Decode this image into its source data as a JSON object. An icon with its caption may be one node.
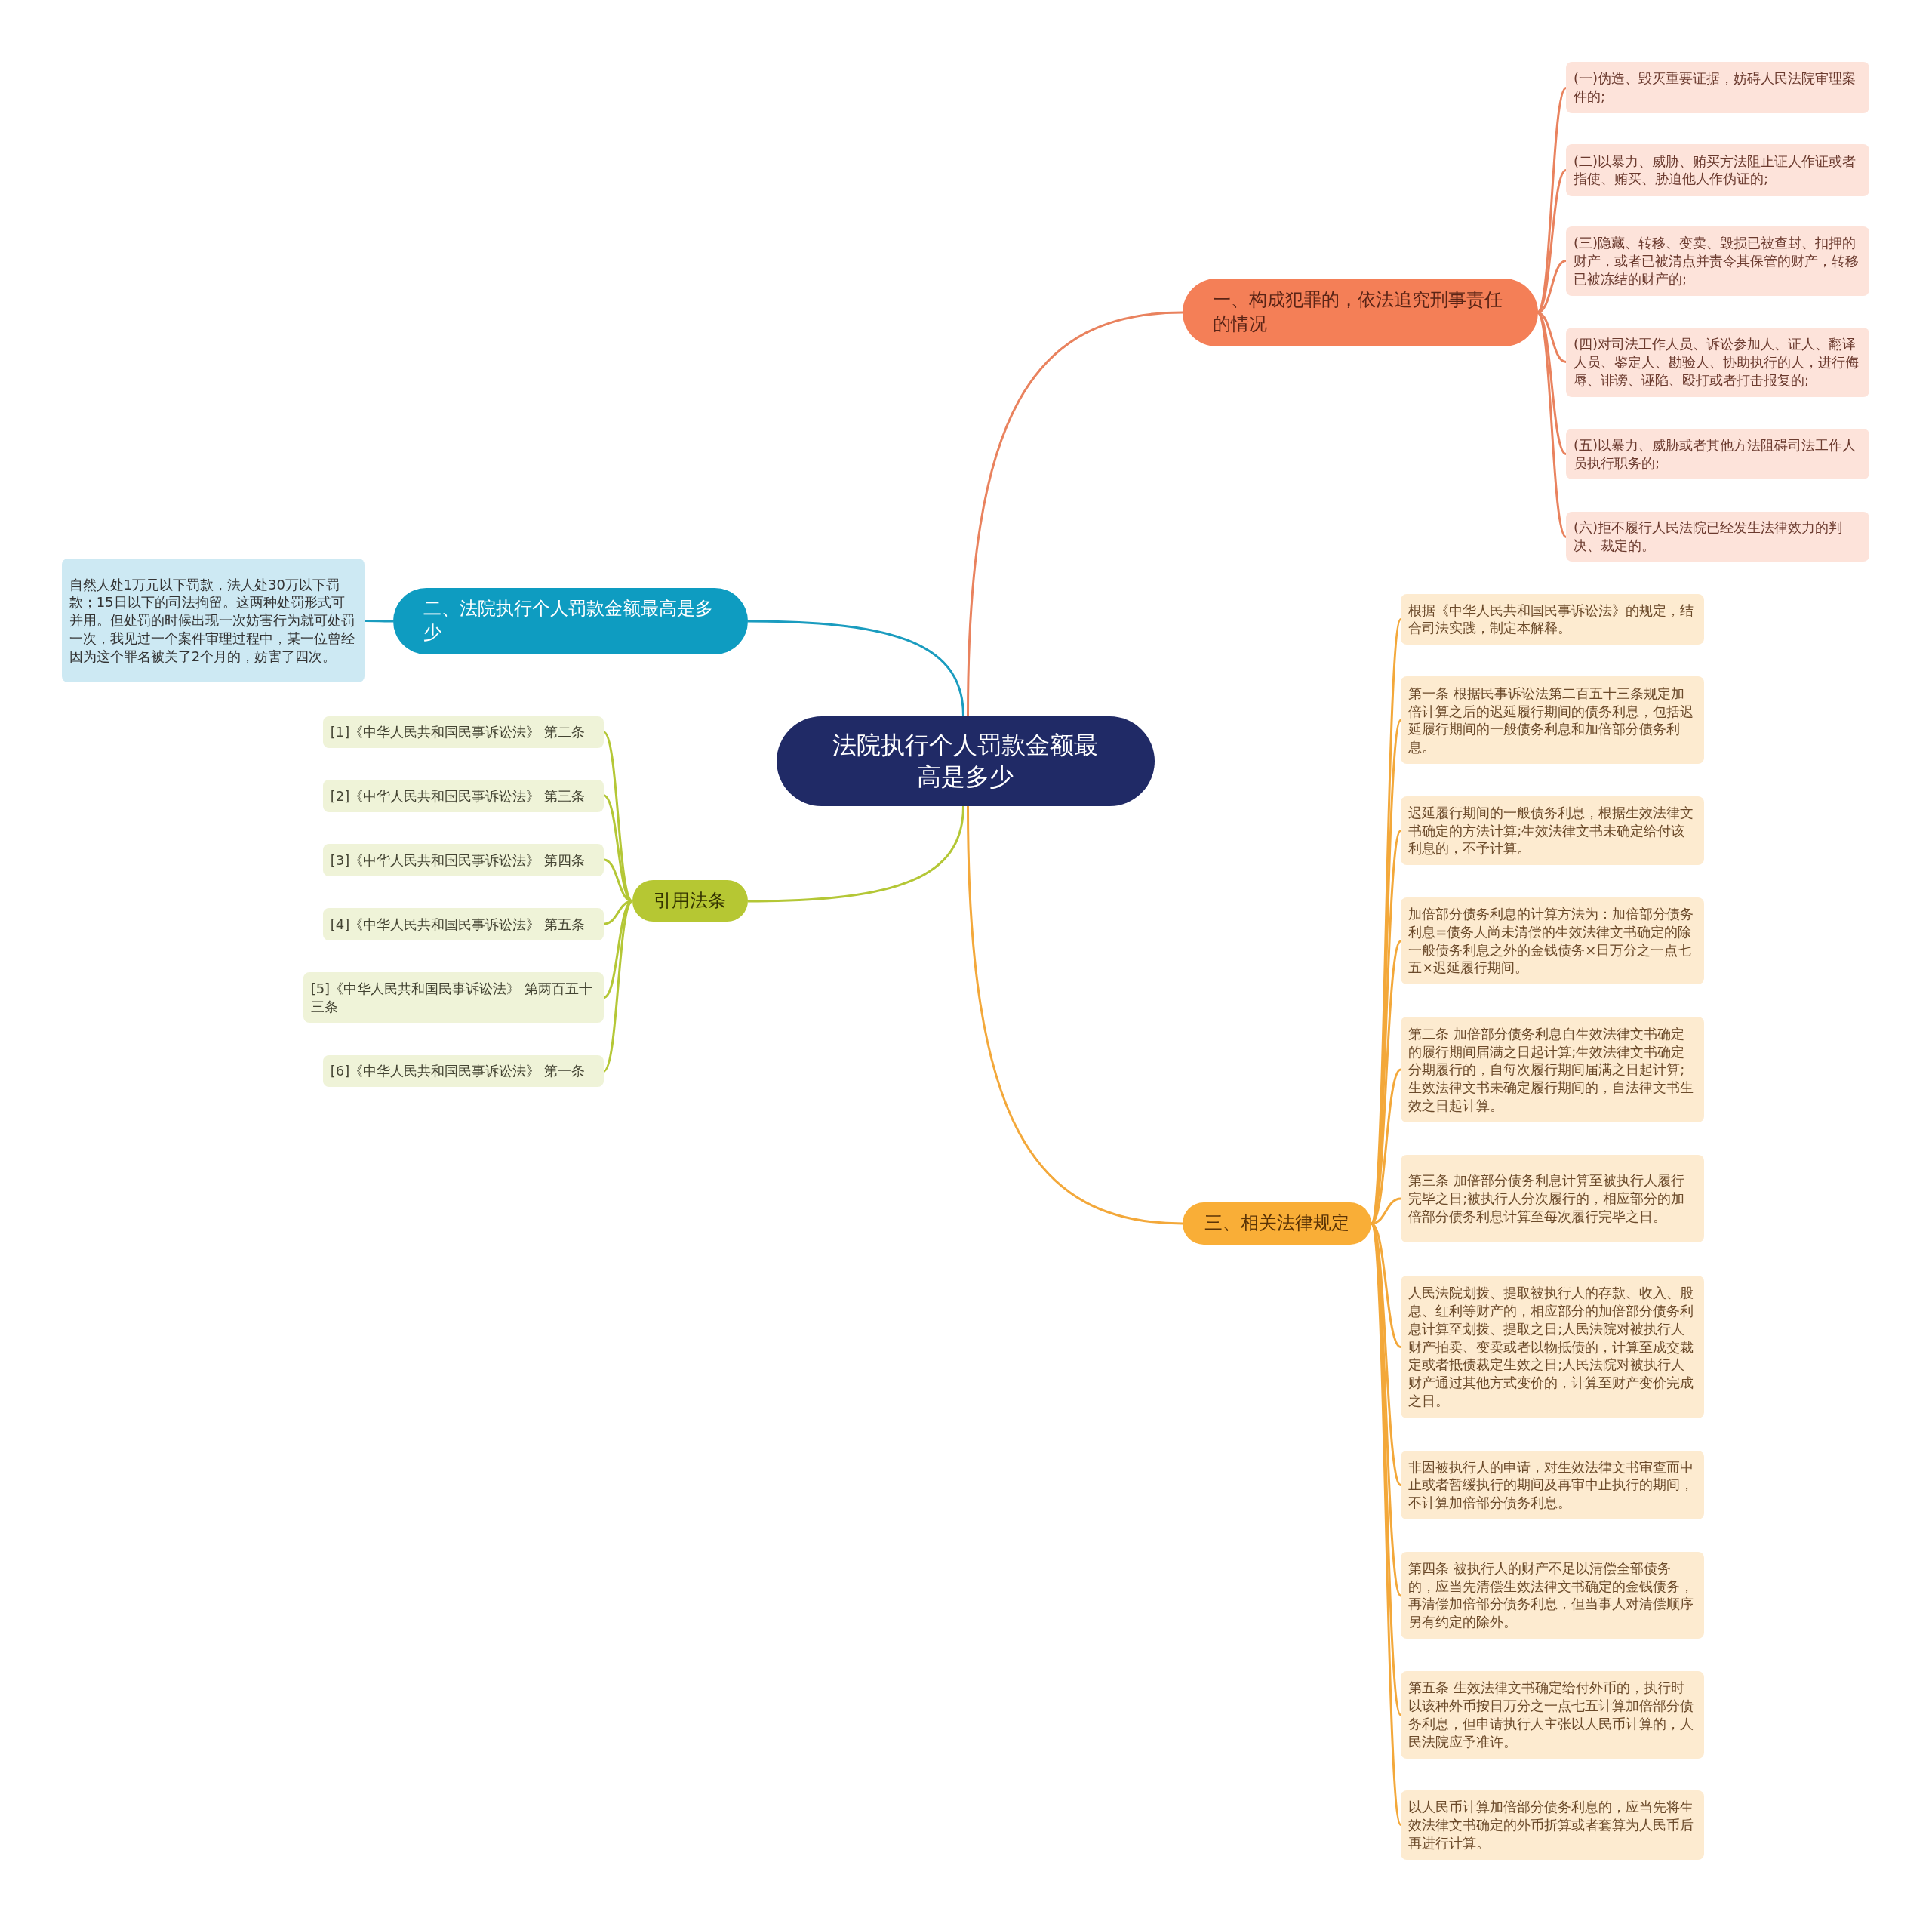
{
  "diagram": {
    "nodes": [
      {
        "text": [
          "法院执行个人罚款金额最高是多少"
        ]
      },
      {
        "text": [
          "一、构成犯罪的，依法追究刑事责任的情况"
        ]
      },
      {
        "text": [
          "(一)伪造、毁灭重要证据，妨碍人民法院审理案件的;"
        ]
      },
      {
        "text": [
          "(二)以暴力、威胁、贿买方法阻止证人作证或者指使、贿买、胁迫他人作伪证的;"
        ]
      },
      {
        "text": [
          "(三)隐藏、转移、变卖、毁损已被查封、扣押的财产，或者已被清点并责令其保管的财产，转移已被冻结的财产的;"
        ]
      },
      {
        "text": [
          "(四)对司法工作人员、诉讼参加人、证人、翻译人员、鉴定人、勘验人、协助执行的人，进行侮辱、诽谤、诬陷、殴打或者打击报复的;"
        ]
      },
      {
        "text": [
          "(五)以暴力、威胁或者其他方法阻碍司法工作人员执行职务的;"
        ]
      },
      {
        "text": [
          "(六)拒不履行人民法院已经发生法律效力的判决、裁定的。"
        ]
      },
      {
        "text": [
          "二、法院执行个人罚款金额最高是多少"
        ]
      },
      {
        "text": [
          "自然人处1万元以下罚款，法人处30万以下罚款；15日以下的司法拘留。这两种处罚形式可并用。但处罚的时候出现一次妨害行为就可处罚一次，我见过一个案件审理过程中，某一位曾经因为这个罪名被关了2个月的，妨害了四次。"
        ]
      },
      {
        "text": [
          "引用法条"
        ]
      },
      {
        "text": [
          "[1]《中华人民共和国民事诉讼法》 第二条"
        ]
      },
      {
        "text": [
          "[2]《中华人民共和国民事诉讼法》 第三条"
        ]
      },
      {
        "text": [
          "[3]《中华人民共和国民事诉讼法》 第四条"
        ]
      },
      {
        "text": [
          "[4]《中华人民共和国民事诉讼法》 第五条"
        ]
      },
      {
        "text": [
          "[5]《中华人民共和国民事诉讼法》 第两百五十三条"
        ]
      },
      {
        "text": [
          "[6]《中华人民共和国民事诉讼法》 第一条"
        ]
      },
      {
        "text": [
          "三、相关法律规定"
        ]
      },
      {
        "text": [
          "根据《中华人民共和国民事诉讼法》的规定，结合司法实践，制定本解释。"
        ]
      },
      {
        "text": [
          "第一条 根据民事诉讼法第二百五十三条规定加倍计算之后的迟延履行期间的债务利息，包括迟延履行期间的一般债务利息和加倍部分债务利息。"
        ]
      },
      {
        "text": [
          "迟延履行期间的一般债务利息，根据生效法律文书确定的方法计算;生效法律文书未确定给付该利息的，不予计算。"
        ]
      },
      {
        "text": [
          "加倍部分债务利息的计算方法为：加倍部分债务利息=债务人尚未清偿的生效法律文书确定的除一般债务利息之外的金钱债务×日万分之一点七五×迟延履行期间。"
        ]
      },
      {
        "text": [
          "第二条 加倍部分债务利息自生效法律文书确定的履行期间届满之日起计算;生效法律文书确定分期履行的，自每次履行期间届满之日起计算;生效法律文书未确定履行期间的，自法律文书生效之日起计算。"
        ]
      },
      {
        "text": [
          "第三条 加倍部分债务利息计算至被执行人履行完毕之日;被执行人分次履行的，相应部分的加倍部分债务利息计算至每次履行完毕之日。"
        ]
      },
      {
        "text": [
          "人民法院划拨、提取被执行人的存款、收入、股息、红利等财产的，相应部分的加倍部分债务利息计算至划拨、提取之日;人民法院对被执行人财产拍卖、变卖或者以物抵债的，计算至成交裁定或者抵债裁定生效之日;人民法院对被执行人财产通过其他方式变价的，计算至财产变价完成之日。"
        ]
      },
      {
        "text": [
          "非因被执行人的申请，对生效法律文书审查而中止或者暂缓执行的期间及再审中止执行的期间，不计算加倍部分债务利息。"
        ]
      },
      {
        "text": [
          "第四条 被执行人的财产不足以清偿全部债务的，应当先清偿生效法律文书确定的金钱债务，再清偿加倍部分债务利息，但当事人对清偿顺序另有约定的除外。"
        ]
      },
      {
        "text": [
          "第五条 生效法律文书确定给付外币的，执行时以该种外币按日万分之一点七五计算加倍部分债务利息，但申请执行人主张以人民币计算的，人民法院应予准许。"
        ]
      },
      {
        "text": [
          "以人民币计算加倍部分债务利息的，应当先将生效法律文书确定的外币折算或者套算为人民币后再进行计算。"
        ]
      }
    ],
    "edges": [
      {
        "from": 0,
        "to": 1,
        "arrow": "none",
        "color": "#e9825e"
      },
      {
        "from": 0,
        "to": 8,
        "arrow": "none",
        "color": "#1a9cbf"
      },
      {
        "from": 0,
        "to": 10,
        "arrow": "none",
        "color": "#b4c736"
      },
      {
        "from": 0,
        "to": 17,
        "arrow": "none",
        "color": "#f3a83a"
      },
      {
        "from": 1,
        "to": 2,
        "arrow": "none",
        "color": "#e9825e"
      },
      {
        "from": 1,
        "to": 3,
        "arrow": "none",
        "color": "#e9825e"
      },
      {
        "from": 1,
        "to": 4,
        "arrow": "none",
        "color": "#e9825e"
      },
      {
        "from": 1,
        "to": 5,
        "arrow": "none",
        "color": "#e9825e"
      },
      {
        "from": 1,
        "to": 6,
        "arrow": "none",
        "color": "#e9825e"
      },
      {
        "from": 1,
        "to": 7,
        "arrow": "none",
        "color": "#e9825e"
      },
      {
        "from": 8,
        "to": 9,
        "arrow": "none",
        "color": "#1a9cbf"
      },
      {
        "from": 10,
        "to": 11,
        "arrow": "none",
        "color": "#b4c736"
      },
      {
        "from": 10,
        "to": 12,
        "arrow": "none",
        "color": "#b4c736"
      },
      {
        "from": 10,
        "to": 13,
        "arrow": "none",
        "color": "#b4c736"
      },
      {
        "from": 10,
        "to": 14,
        "arrow": "none",
        "color": "#b4c736"
      },
      {
        "from": 10,
        "to": 15,
        "arrow": "none",
        "color": "#b4c736"
      },
      {
        "from": 10,
        "to": 16,
        "arrow": "none",
        "color": "#b4c736"
      },
      {
        "from": 17,
        "to": 18,
        "arrow": "none",
        "color": "#f3a83a"
      },
      {
        "from": 17,
        "to": 19,
        "arrow": "none",
        "color": "#f3a83a"
      },
      {
        "from": 17,
        "to": 20,
        "arrow": "none",
        "color": "#f3a83a"
      },
      {
        "from": 17,
        "to": 21,
        "arrow": "none",
        "color": "#f3a83a"
      },
      {
        "from": 17,
        "to": 22,
        "arrow": "none",
        "color": "#f3a83a"
      },
      {
        "from": 17,
        "to": 23,
        "arrow": "none",
        "color": "#f3a83a"
      },
      {
        "from": 17,
        "to": 24,
        "arrow": "none",
        "color": "#f3a83a"
      },
      {
        "from": 17,
        "to": 25,
        "arrow": "none",
        "color": "#f3a83a"
      },
      {
        "from": 17,
        "to": 26,
        "arrow": "none",
        "color": "#f3a83a"
      },
      {
        "from": 17,
        "to": 27,
        "arrow": "none",
        "color": "#f3a83a"
      },
      {
        "from": 17,
        "to": 28,
        "arrow": "none",
        "color": "#f3a83a"
      }
    ]
  }
}
